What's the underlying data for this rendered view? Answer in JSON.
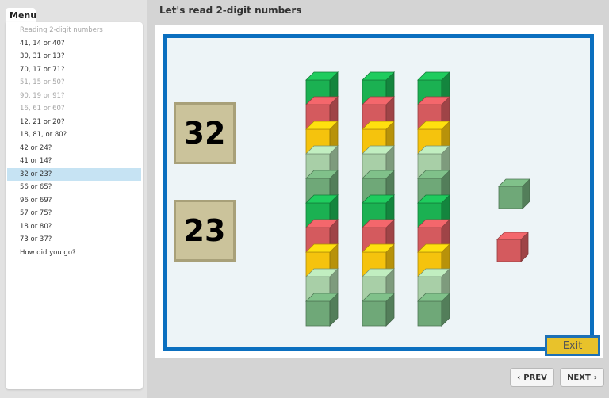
{
  "app": {
    "page_title": "Let's read 2-digit numbers"
  },
  "menu": {
    "tab_label": "Menu",
    "items": [
      {
        "label": "Reading 2-digit numbers",
        "state": "dim"
      },
      {
        "label": "41, 14 or 40?",
        "state": "normal"
      },
      {
        "label": "30, 31 or 13?",
        "state": "normal"
      },
      {
        "label": "70, 17 or 71?",
        "state": "normal"
      },
      {
        "label": "51, 15 or 50?",
        "state": "dim"
      },
      {
        "label": "90, 19 or 91?",
        "state": "dim"
      },
      {
        "label": "16, 61 or 60?",
        "state": "dim"
      },
      {
        "label": "12, 21 or 20?",
        "state": "normal"
      },
      {
        "label": "18, 81, or 80?",
        "state": "normal"
      },
      {
        "label": "42 or 24?",
        "state": "normal"
      },
      {
        "label": "41 or 14?",
        "state": "normal"
      },
      {
        "label": "32 or 23?",
        "state": "active"
      },
      {
        "label": "56 or 65?",
        "state": "normal"
      },
      {
        "label": "96 or 69?",
        "state": "normal"
      },
      {
        "label": "57 or 75?",
        "state": "normal"
      },
      {
        "label": "18 or 80?",
        "state": "normal"
      },
      {
        "label": "73 or 37?",
        "state": "normal"
      },
      {
        "label": "How did you go?",
        "state": "normal"
      }
    ]
  },
  "activity": {
    "option_1": "32",
    "option_2": "23",
    "tens_rods": 3,
    "ones_cubes": 2,
    "cube_colors": {
      "green": "#1bb152",
      "red": "#d45a5e",
      "yellow": "#f5c30d",
      "light_green": "#a8cfa7",
      "mid_green": "#6fa878"
    },
    "exit_label": "Exit"
  },
  "nav": {
    "prev_label": "PREV",
    "next_label": "NEXT"
  }
}
